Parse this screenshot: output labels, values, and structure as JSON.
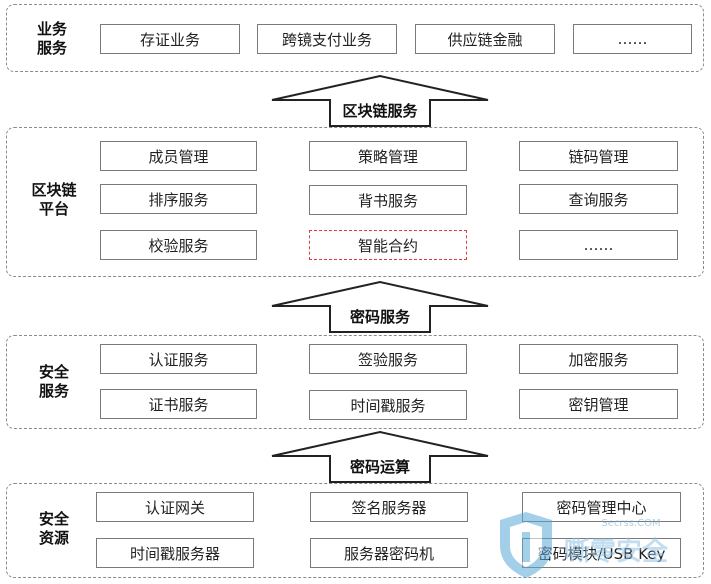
{
  "layers": [
    {
      "title_lines": [
        "业务",
        "服务"
      ],
      "boxes": [
        "存证业务",
        "跨镜支付业务",
        "供应链金融",
        "……"
      ]
    },
    {
      "title_lines": [
        "区块链",
        "平台"
      ],
      "boxes": [
        "成员管理",
        "策略管理",
        "链码管理",
        "排序服务",
        "背书服务",
        "查询服务",
        "校验服务",
        "智能合约",
        "……"
      ]
    },
    {
      "title_lines": [
        "安全",
        "服务"
      ],
      "boxes": [
        "认证服务",
        "签验服务",
        "加密服务",
        "证书服务",
        "时间戳服务",
        "密钥管理"
      ]
    },
    {
      "title_lines": [
        "安全",
        "资源"
      ],
      "boxes": [
        "认证网关",
        "签名服务器",
        "密码管理中心",
        "时间戳服务器",
        "服务器密码机",
        "密码模块/USB Key"
      ]
    }
  ],
  "arrows": [
    "区块链服务",
    "密码服务",
    "密码运算"
  ],
  "watermark": {
    "site": "Secrss.COM",
    "text": "嘶零安全"
  }
}
